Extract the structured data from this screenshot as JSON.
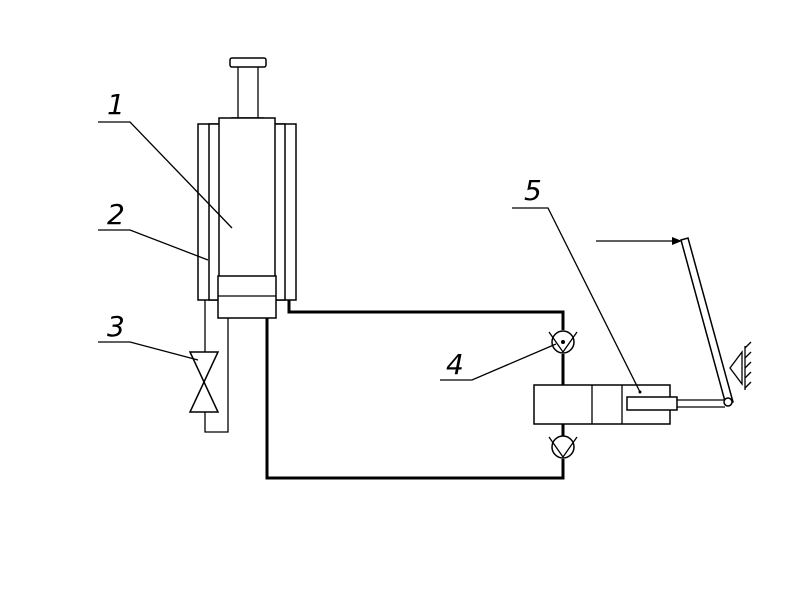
{
  "diagram": {
    "labels": [
      "1",
      "2",
      "3",
      "4",
      "5"
    ],
    "line_color": "#000000",
    "background": "#ffffff"
  }
}
